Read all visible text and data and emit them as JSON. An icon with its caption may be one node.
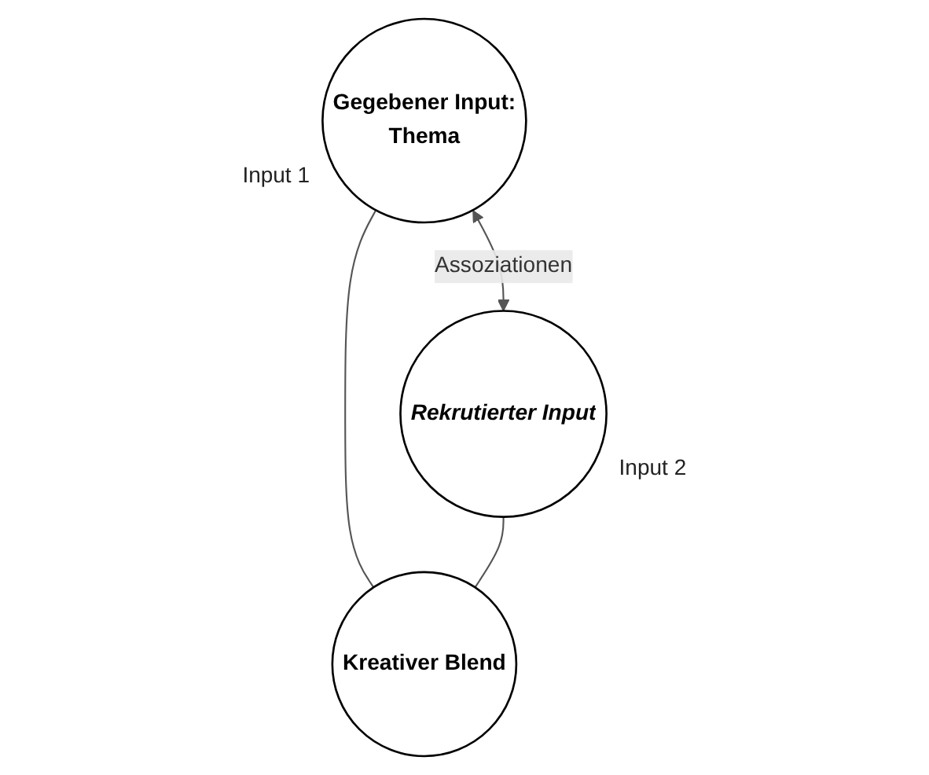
{
  "diagram": {
    "nodes": [
      {
        "text": [
          "Gegebener Input:",
          "Thema"
        ],
        "beside": [
          "Input 1"
        ]
      },
      {
        "text": [
          "Rekrutierter Input"
        ],
        "beside": [
          "Input 2"
        ]
      },
      {
        "text": [
          "Kreativer Blend"
        ]
      }
    ],
    "edges": [
      {
        "from": 0,
        "to": 1,
        "arrow": "both",
        "label": "Assoziationen"
      },
      {
        "from": 0,
        "to": 2,
        "arrow": "none"
      },
      {
        "from": 1,
        "to": 2,
        "arrow": "none"
      }
    ]
  }
}
